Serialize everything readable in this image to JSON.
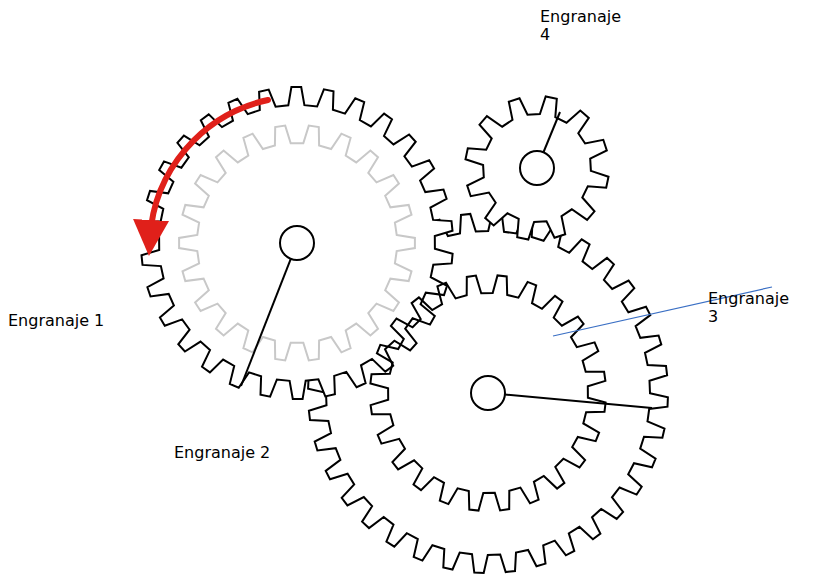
{
  "diagram": {
    "labels": [
      "Engranaje 4",
      "Engranaje 3",
      "Engranaje 1",
      "Engranaje 2"
    ]
  }
}
